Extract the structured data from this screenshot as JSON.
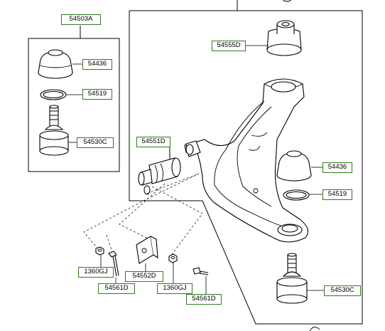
{
  "labels": {
    "kit_ball_joint": "54503A",
    "bushing_rear": "54555D",
    "dust_cover_left": "54436",
    "snap_ring_left": "54519",
    "ball_joint_left": "54530C",
    "bushing_front": "54551D",
    "dust_cover_right": "54436",
    "snap_ring_right": "54519",
    "ball_joint_right": "54530C",
    "nut_left": "1360GJ",
    "bracket": "54552D",
    "bolt_left": "54561D",
    "nut_right": "1360GJ",
    "bolt_right": "54561D"
  }
}
